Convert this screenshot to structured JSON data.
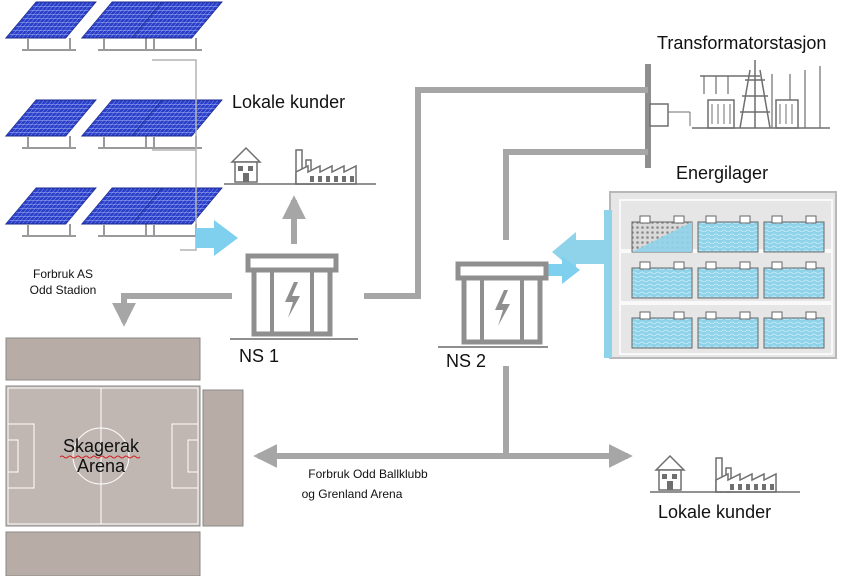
{
  "labels": {
    "transformer_station": "Transformatorstasjon",
    "energy_storage": "Energilager",
    "local_customers_top": "Lokale kunder",
    "local_customers_bottom": "Lokale kunder",
    "consumer_as_line1": "Forbruk AS",
    "consumer_as_line2": "Odd Stadion",
    "ns1": "NS 1",
    "ns2": "NS 2",
    "arena_line1": "Skagerak",
    "arena_line2": "Arena",
    "consumer_club_line1": "Forbruk Odd Ballklubb",
    "consumer_club_line2": "og Grenland Arena"
  },
  "colors": {
    "line_gray": "#a6a6a6",
    "station_gray": "#8f8f8f",
    "solar_blue": "#2a3fc9",
    "battery_blue": "#8fd3ea",
    "arrow_light_blue": "#7ed0ee",
    "stand_gray": "#b8aca6",
    "pitch_gray": "#c1b7b2"
  },
  "icons": {
    "solar": "solar-panel-icon",
    "house": "house-icon",
    "factory": "factory-icon",
    "transformer": "transformer-station-icon",
    "battery": "battery-icon",
    "substation": "substation-icon",
    "lightning": "lightning-icon"
  }
}
